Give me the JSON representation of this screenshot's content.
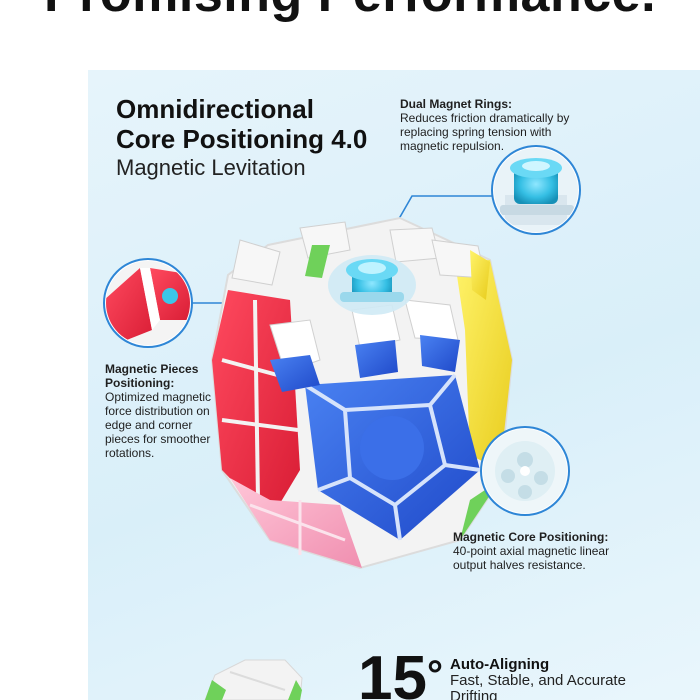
{
  "headline": "Promising Performance.",
  "title": {
    "line1": "Omnidirectional",
    "line2": "Core Positioning 4.0",
    "subtitle": "Magnetic Levitation"
  },
  "callouts": {
    "dual_magnet": {
      "title": "Dual Magnet Rings:",
      "text": "Reduces friction dramatically by replacing spring tension with magnetic repulsion."
    },
    "magnetic_pieces": {
      "title": "Magnetic Pieces Positioning:",
      "text": "Optimized magnetic force distribution on edge and corner pieces for smoother rotations."
    },
    "magnetic_core": {
      "title": "Magnetic Core Positioning:",
      "text": "40-point axial magnetic linear output halves resistance."
    }
  },
  "bottom": {
    "degree": "15",
    "degree_symbol": "°",
    "title": "Auto-Aligning",
    "text": "Fast, Stable, and Accurate Drifting"
  },
  "colors": {
    "background_tint": "#dff1f9",
    "leader_line": "#2e86d6",
    "cube_blue": "#2f66e0",
    "cube_red": "#f0334a",
    "cube_pink": "#f7a6c1",
    "cube_yellow": "#f6e23a",
    "cube_green": "#6fd15a",
    "cube_white": "#f4f4f4",
    "core_cyan": "#3cc7e8"
  }
}
